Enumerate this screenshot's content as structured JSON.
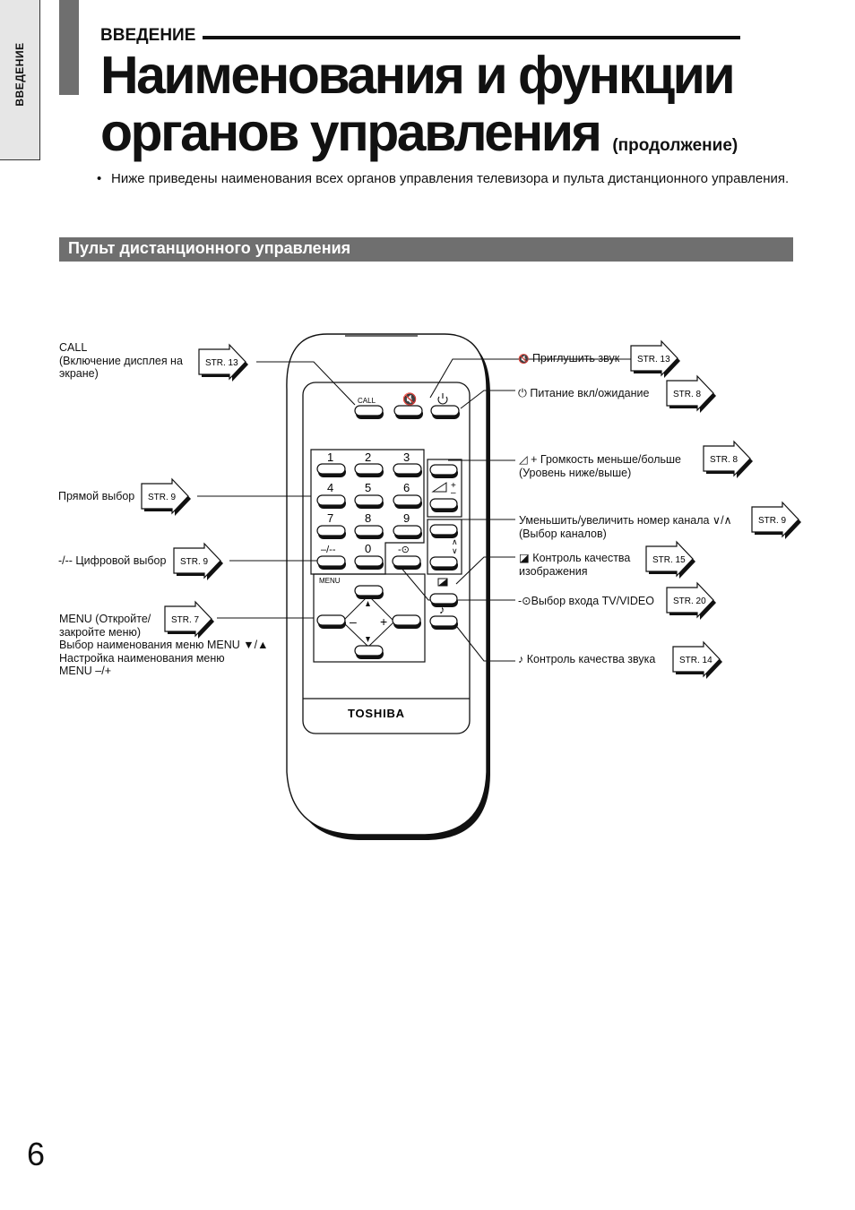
{
  "sidebar": {
    "tab": "ВВЕДЕНИЕ"
  },
  "header": {
    "section": "ВВЕДЕНИЕ",
    "title_line1": "Наименования и функции",
    "title_line2": "органов управления",
    "title_suffix": "(продолжение)"
  },
  "intro": {
    "bullet": "•",
    "text": "Ниже приведены наименования всех органов управления телевизора и пульта дистанционного управления."
  },
  "section_band": "Пульт дистанционного управления",
  "remote": {
    "brand": "TOSHIBA",
    "call_label": "CALL",
    "menu_label": "MENU",
    "digits": [
      "1",
      "2",
      "3",
      "4",
      "5",
      "6",
      "7",
      "8",
      "9"
    ],
    "zero": "0",
    "digit_mode_key": "–/--",
    "input_key": "-⊙",
    "minus": "–",
    "plus": "+"
  },
  "labels": {
    "call": {
      "line1": "CALL",
      "line2": "(Включение дисплея на",
      "line3": "экране)",
      "ref": "STR. 13"
    },
    "direct": {
      "text": "Прямой выбор",
      "ref": "STR. 9"
    },
    "digit": {
      "text": "-/-- Цифровой выбор",
      "ref": "STR. 9"
    },
    "menu": {
      "line1": "MENU (Откройте/",
      "line2": "закройте меню)",
      "line3": "Выбор наименования меню MENU ▼/▲",
      "line4": "Настройка наименования меню",
      "line5": "MENU –/+",
      "ref": "STR. 7"
    },
    "mute": {
      "icon": "🔇",
      "text": "Приглушить звук",
      "ref": "STR. 13"
    },
    "power": {
      "icon": "⏻",
      "text": "Питание вкл/ожидание",
      "ref": "STR. 8"
    },
    "volume": {
      "icon": "◿ +",
      "line1": "Громкость меньше/больше",
      "line2": "(Уровень ниже/выше)",
      "ref": "STR. 8"
    },
    "channel": {
      "line1": "Уменьшить/увеличить номер канала ∨/∧",
      "line2": "(Выбор каналов)",
      "ref": "STR. 9"
    },
    "picture": {
      "icon": "◪",
      "line1": "Контроль качества",
      "line2": "изображения",
      "ref": "STR. 15"
    },
    "input": {
      "text": "-⊙Выбор входа TV/VIDEO",
      "ref": "STR. 20"
    },
    "sound": {
      "icon": "♪",
      "text": "Контроль качества звука",
      "ref": "STR. 14"
    }
  },
  "page_number": "6"
}
